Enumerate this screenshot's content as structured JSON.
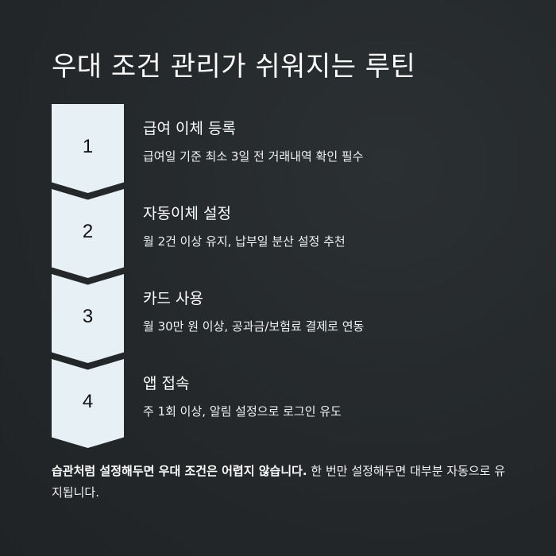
{
  "title": "우대 조건 관리가 쉬워지는 루틴",
  "steps": [
    {
      "number": "1",
      "title": "급여 이체 등록",
      "desc": "급여일 기준 최소 3일 전 거래내역 확인 필수"
    },
    {
      "number": "2",
      "title": "자동이체 설정",
      "desc": "월 2건 이상 유지, 납부일 분산 설정 추천"
    },
    {
      "number": "3",
      "title": "카드 사용",
      "desc": "월 30만 원 이상, 공과금/보험료 결제로 연동"
    },
    {
      "number": "4",
      "title": "앱 접속",
      "desc": "주 1회 이상, 알림 설정으로 로그인 유도"
    }
  ],
  "footer": {
    "bold": "습관처럼 설정해두면 우대 조건은 어렵지 않습니다.",
    "normal": " 한 번만 설정해두면 대부분 자동으로 유지됩니다."
  },
  "colors": {
    "background": "#24282a",
    "chevron": "#e7f1f5",
    "text": "#ffffff"
  }
}
